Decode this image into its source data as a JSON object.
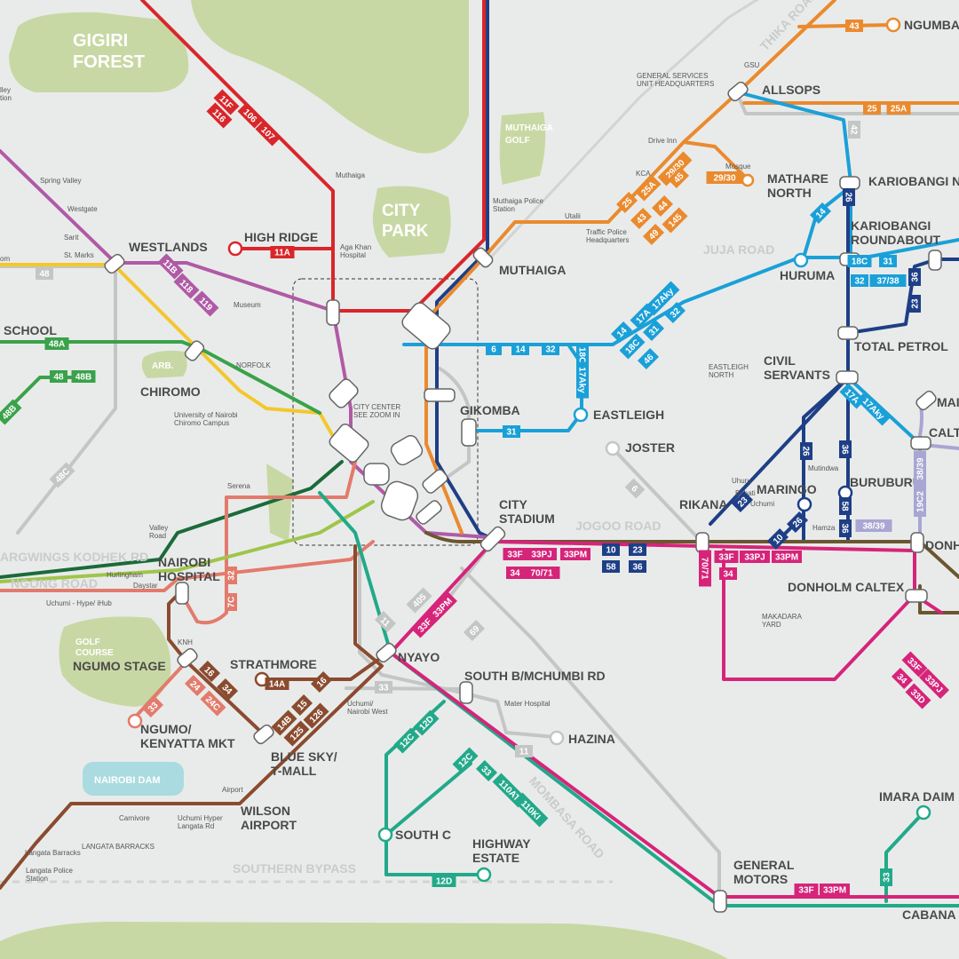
{
  "colors": {
    "background": "#e9ebea",
    "park": "#c8d8a4",
    "water": "#a9dbe0",
    "red": "#d9262b",
    "purple": "#b05aa6",
    "orange": "#ea8a2e",
    "lightblue": "#1aa0d8",
    "navy": "#1e3f86",
    "yellow": "#f2c82c",
    "green": "#3aa24a",
    "darkgreen": "#1b6b3a",
    "magenta": "#d6247a",
    "teal": "#22a98a",
    "brown": "#8a4b2f",
    "salmon": "#e27b6c",
    "grey": "#c4c6c5",
    "lavender": "#a9a6d3",
    "darkbrown": "#6b5630",
    "lime": "#9fc54a"
  },
  "parks": [
    {
      "id": "gigiri",
      "lines": [
        "GIGIRI",
        "FOREST"
      ]
    },
    {
      "id": "city-park",
      "lines": [
        "CITY",
        "PARK"
      ]
    },
    {
      "id": "muthaiga-golf",
      "lines": [
        "MUTHAIGA",
        "GOLF"
      ]
    },
    {
      "id": "arb",
      "lines": [
        "ARB."
      ]
    },
    {
      "id": "golf-course",
      "lines": [
        "GOLF",
        "COURSE"
      ]
    },
    {
      "id": "nairobi-dam",
      "lines": [
        "NAIROBI DAM"
      ]
    }
  ],
  "roads": [
    {
      "id": "thika-road",
      "text": "THIKA ROAD"
    },
    {
      "id": "juja-road",
      "text": "JUJA ROAD"
    },
    {
      "id": "jogoo-road",
      "text": "JOGOO ROAD"
    },
    {
      "id": "ngong-road",
      "text": "NGONG ROAD"
    },
    {
      "id": "argwings",
      "text": "ARGWINGS KODHEK RD"
    },
    {
      "id": "mombasa-road",
      "text": "MOMBASA ROAD"
    },
    {
      "id": "southern-bypass",
      "text": "SOUTHERN BYPASS"
    }
  ],
  "stations": [
    {
      "id": "ngumba",
      "lines": [
        "NGUMBA"
      ]
    },
    {
      "id": "allsops",
      "lines": [
        "ALLSOPS"
      ]
    },
    {
      "id": "kariobangi-n",
      "lines": [
        "KARIOBANGI N"
      ]
    },
    {
      "id": "mathare-north",
      "lines": [
        "MATHARE",
        "NORTH"
      ]
    },
    {
      "id": "kariobangi-rb",
      "lines": [
        "KARIOBANGI",
        "ROUNDABOUT"
      ]
    },
    {
      "id": "westlands",
      "lines": [
        "WESTLANDS"
      ]
    },
    {
      "id": "high-ridge",
      "lines": [
        "HIGH RIDGE"
      ]
    },
    {
      "id": "muthaiga",
      "lines": [
        "MUTHAIGA"
      ]
    },
    {
      "id": "huruma",
      "lines": [
        "HURUMA"
      ]
    },
    {
      "id": "school",
      "lines": [
        "SCHOOL"
      ]
    },
    {
      "id": "total-petrol",
      "lines": [
        "TOTAL PETROL"
      ]
    },
    {
      "id": "chiromo",
      "lines": [
        "CHIROMO"
      ]
    },
    {
      "id": "civil-servants",
      "lines": [
        "CIVIL",
        "SERVANTS"
      ]
    },
    {
      "id": "mai",
      "lines": [
        "MAI"
      ]
    },
    {
      "id": "gikomba",
      "lines": [
        "GIKOMBA"
      ]
    },
    {
      "id": "eastleigh",
      "lines": [
        "EASTLEIGH"
      ]
    },
    {
      "id": "calt",
      "lines": [
        "CALT"
      ]
    },
    {
      "id": "joster",
      "lines": [
        "JOSTER"
      ]
    },
    {
      "id": "maringo",
      "lines": [
        "MARINGO"
      ]
    },
    {
      "id": "buruburu",
      "lines": [
        "BURUBURU"
      ]
    },
    {
      "id": "city-stadium",
      "lines": [
        "CITY",
        "STADIUM"
      ]
    },
    {
      "id": "rikana",
      "lines": [
        "RIKANA"
      ]
    },
    {
      "id": "donh",
      "lines": [
        "DONH"
      ]
    },
    {
      "id": "nairobi-hospital",
      "lines": [
        "NAIROBI",
        "HOSPITAL"
      ]
    },
    {
      "id": "donholm-caltex",
      "lines": [
        "DONHOLM CALTEX"
      ]
    },
    {
      "id": "ngumo-stage",
      "lines": [
        "NGUMO STAGE"
      ]
    },
    {
      "id": "strathmore",
      "lines": [
        "STRATHMORE"
      ]
    },
    {
      "id": "nyayo",
      "lines": [
        "NYAYO"
      ]
    },
    {
      "id": "south-b",
      "lines": [
        "SOUTH B/MCHUMBI RD"
      ]
    },
    {
      "id": "ngumo-kenyatta",
      "lines": [
        "NGUMO/",
        "KENYATTA MKT"
      ]
    },
    {
      "id": "hazina",
      "lines": [
        "HAZINA"
      ]
    },
    {
      "id": "blue-sky",
      "lines": [
        "BLUE SKY/",
        "T-MALL"
      ]
    },
    {
      "id": "wilson",
      "lines": [
        "WILSON",
        "AIRPORT"
      ]
    },
    {
      "id": "imara-daim",
      "lines": [
        "IMARA DAIM"
      ]
    },
    {
      "id": "south-c",
      "lines": [
        "SOUTH C"
      ]
    },
    {
      "id": "highway-estate",
      "lines": [
        "HIGHWAY",
        "ESTATE"
      ]
    },
    {
      "id": "general-motors",
      "lines": [
        "GENERAL",
        "MOTORS"
      ]
    },
    {
      "id": "cabana",
      "lines": [
        "CABANA"
      ]
    }
  ],
  "minor_labels": [
    {
      "id": "gsu",
      "lines": [
        "GSU"
      ]
    },
    {
      "id": "gsu-hq",
      "lines": [
        "GENERAL SERVICES",
        "UNIT HEADQUARTERS"
      ]
    },
    {
      "id": "drive-inn",
      "lines": [
        "Drive Inn"
      ]
    },
    {
      "id": "kca",
      "lines": [
        "KCA"
      ]
    },
    {
      "id": "mosque",
      "lines": [
        "Mosque"
      ]
    },
    {
      "id": "utalii",
      "lines": [
        "Utalii"
      ]
    },
    {
      "id": "traffic-police",
      "lines": [
        "Traffic Police",
        "Headquarters"
      ]
    },
    {
      "id": "muthaiga-police",
      "lines": [
        "Muthaiga Police",
        "Station"
      ]
    },
    {
      "id": "muthaiga-sm",
      "lines": [
        "Muthaiga"
      ]
    },
    {
      "id": "aga-khan",
      "lines": [
        "Aga Khan",
        "Hospital"
      ]
    },
    {
      "id": "spring-valley",
      "lines": [
        "Spring Valley"
      ]
    },
    {
      "id": "westgate",
      "lines": [
        "Westgate"
      ]
    },
    {
      "id": "sarit",
      "lines": [
        "Sarit"
      ]
    },
    {
      "id": "st-marks",
      "lines": [
        "St. Marks"
      ]
    },
    {
      "id": "museum",
      "lines": [
        "Museum"
      ]
    },
    {
      "id": "norfolk",
      "lines": [
        "NORFOLK"
      ]
    },
    {
      "id": "uon",
      "lines": [
        "University of Nairobi",
        "Chiromo Campus"
      ]
    },
    {
      "id": "city-center",
      "lines": [
        "CITY CENTER",
        "SEE ZOOM IN"
      ]
    },
    {
      "id": "eastleigh-north",
      "lines": [
        "EASTLEIGH",
        "NORTH"
      ]
    },
    {
      "id": "serena",
      "lines": [
        "Serena"
      ]
    },
    {
      "id": "valley-road",
      "lines": [
        "Valley",
        "Road"
      ]
    },
    {
      "id": "hurlingham",
      "lines": [
        "Hurlingham"
      ]
    },
    {
      "id": "daystar",
      "lines": [
        "Daystar"
      ]
    },
    {
      "id": "uchumi-hype",
      "lines": [
        "Uchumi - Hype/ iHub"
      ]
    },
    {
      "id": "knh",
      "lines": [
        "KNH"
      ]
    },
    {
      "id": "uhuru",
      "lines": [
        "Uhuru"
      ]
    },
    {
      "id": "bahati",
      "lines": [
        "Bahati"
      ]
    },
    {
      "id": "uchumi-e",
      "lines": [
        "Uchumi"
      ]
    },
    {
      "id": "hamza",
      "lines": [
        "Hamza"
      ]
    },
    {
      "id": "mutindwa",
      "lines": [
        "Mutindwa"
      ]
    },
    {
      "id": "makadara",
      "lines": [
        "MAKADARA",
        "YARD"
      ]
    },
    {
      "id": "uchumi-nw",
      "lines": [
        "Uchumi/",
        "Nairobi West"
      ]
    },
    {
      "id": "mater",
      "lines": [
        "Mater Hospital"
      ]
    },
    {
      "id": "airport",
      "lines": [
        "Airport"
      ]
    },
    {
      "id": "carnivore",
      "lines": [
        "Carnivore"
      ]
    },
    {
      "id": "uchumi-hyper",
      "lines": [
        "Uchumi Hyper",
        "Langata Rd"
      ]
    },
    {
      "id": "langata-barracks-area",
      "lines": [
        "LANGATA BARRACKS"
      ]
    },
    {
      "id": "langata-barracks",
      "lines": [
        "Langata Barracks"
      ]
    },
    {
      "id": "langata-police",
      "lines": [
        "Langata Police",
        "Station"
      ]
    },
    {
      "id": "lley",
      "lines": [
        "lley",
        "tion"
      ]
    },
    {
      "id": "om",
      "lines": [
        "om"
      ]
    }
  ],
  "badges": [
    {
      "id": "b43",
      "text": "43",
      "color": "#ea8a2e"
    },
    {
      "id": "b25",
      "text": "25",
      "color": "#ea8a2e"
    },
    {
      "id": "b25a",
      "text": "25A",
      "color": "#ea8a2e"
    },
    {
      "id": "b42",
      "text": "42",
      "color": "#c4c6c5"
    },
    {
      "id": "b2930a",
      "text": "29/30",
      "color": "#ea8a2e"
    },
    {
      "id": "b2930b",
      "text": "29/30",
      "color": "#ea8a2e"
    },
    {
      "id": "bo25",
      "text": "25",
      "color": "#ea8a2e"
    },
    {
      "id": "bo25a",
      "text": "25A",
      "color": "#ea8a2e"
    },
    {
      "id": "bo45",
      "text": "45",
      "color": "#ea8a2e"
    },
    {
      "id": "bo43",
      "text": "43",
      "color": "#ea8a2e"
    },
    {
      "id": "bo44",
      "text": "44",
      "color": "#ea8a2e"
    },
    {
      "id": "bo49",
      "text": "49",
      "color": "#ea8a2e"
    },
    {
      "id": "bo145",
      "text": "145",
      "color": "#ea8a2e"
    },
    {
      "id": "b11f",
      "text": "11F",
      "color": "#d9262b"
    },
    {
      "id": "b116",
      "text": "116",
      "color": "#d9262b"
    },
    {
      "id": "b106",
      "text": "106",
      "color": "#d9262b"
    },
    {
      "id": "b107",
      "text": "107",
      "color": "#d9262b"
    },
    {
      "id": "b11a",
      "text": "11A",
      "color": "#d9262b"
    },
    {
      "id": "b11b",
      "text": "11B",
      "color": "#b05aa6"
    },
    {
      "id": "b118",
      "text": "118",
      "color": "#b05aa6"
    },
    {
      "id": "b119",
      "text": "119",
      "color": "#b05aa6"
    },
    {
      "id": "b48",
      "text": "48",
      "color": "#c4c6c5"
    },
    {
      "id": "b48a",
      "text": "48A",
      "color": "#3aa24a"
    },
    {
      "id": "bg48",
      "text": "48",
      "color": "#3aa24a"
    },
    {
      "id": "b48b",
      "text": "48B",
      "color": "#3aa24a"
    },
    {
      "id": "bv48b",
      "text": "48B",
      "color": "#3aa24a"
    },
    {
      "id": "b48c",
      "text": "48C",
      "color": "#c4c6c5"
    },
    {
      "id": "bl14",
      "text": "14",
      "color": "#1aa0d8"
    },
    {
      "id": "bn26",
      "text": "26",
      "color": "#1e3f86"
    },
    {
      "id": "bl18c",
      "text": "18C",
      "color": "#1aa0d8"
    },
    {
      "id": "bl31",
      "text": "31",
      "color": "#1aa0d8"
    },
    {
      "id": "bl32",
      "text": "32",
      "color": "#1aa0d8"
    },
    {
      "id": "bl3738",
      "text": "37/38",
      "color": "#1aa0d8"
    },
    {
      "id": "bn36",
      "text": "36",
      "color": "#1e3f86"
    },
    {
      "id": "bn23",
      "text": "23",
      "color": "#1e3f86"
    },
    {
      "id": "bc6",
      "text": "6",
      "color": "#1aa0d8"
    },
    {
      "id": "bc14",
      "text": "14",
      "color": "#1aa0d8"
    },
    {
      "id": "bc32",
      "text": "32",
      "color": "#1aa0d8"
    },
    {
      "id": "bc18c",
      "text": "18C",
      "color": "#1aa0d8"
    },
    {
      "id": "bc17aky",
      "text": "17Aky",
      "color": "#1aa0d8"
    },
    {
      "id": "bc31",
      "text": "31",
      "color": "#1aa0d8"
    },
    {
      "id": "bd14",
      "text": "14",
      "color": "#1aa0d8"
    },
    {
      "id": "bd17a",
      "text": "17A",
      "color": "#1aa0d8"
    },
    {
      "id": "bd17aky",
      "text": "17Aky",
      "color": "#1aa0d8"
    },
    {
      "id": "bd18c",
      "text": "18C",
      "color": "#1aa0d8"
    },
    {
      "id": "bd31",
      "text": "31",
      "color": "#1aa0d8"
    },
    {
      "id": "bd32",
      "text": "32",
      "color": "#1aa0d8"
    },
    {
      "id": "bd46",
      "text": "46",
      "color": "#1aa0d8"
    },
    {
      "id": "bcs17a",
      "text": "17A",
      "color": "#1aa0d8"
    },
    {
      "id": "bcs17aky",
      "text": "17Aky",
      "color": "#1aa0d8"
    },
    {
      "id": "bj6",
      "text": "6",
      "color": "#c4c6c5"
    },
    {
      "id": "bm23",
      "text": "23",
      "color": "#1e3f86"
    },
    {
      "id": "bm26",
      "text": "26",
      "color": "#1e3f86"
    },
    {
      "id": "bm10",
      "text": "10",
      "color": "#1e3f86"
    },
    {
      "id": "bm26b",
      "text": "26",
      "color": "#1e3f86"
    },
    {
      "id": "bb36",
      "text": "36",
      "color": "#1e3f86"
    },
    {
      "id": "bb58",
      "text": "58",
      "color": "#1e3f86"
    },
    {
      "id": "bb36b",
      "text": "36",
      "color": "#1e3f86"
    },
    {
      "id": "b3839",
      "text": "38/39",
      "color": "#a9a6d3"
    },
    {
      "id": "b19c2",
      "text": "19C2",
      "color": "#a9a6d3"
    },
    {
      "id": "b3839v",
      "text": "38/39",
      "color": "#a9a6d3"
    },
    {
      "id": "bs33f",
      "text": "33F",
      "color": "#d6247a"
    },
    {
      "id": "bs33pj",
      "text": "33PJ",
      "color": "#d6247a"
    },
    {
      "id": "bs33pm",
      "text": "33PM",
      "color": "#d6247a"
    },
    {
      "id": "bs34",
      "text": "34",
      "color": "#d6247a"
    },
    {
      "id": "bs7071",
      "text": "70/71",
      "color": "#d6247a"
    },
    {
      "id": "bs10",
      "text": "10",
      "color": "#1e3f86"
    },
    {
      "id": "bs23",
      "text": "23",
      "color": "#1e3f86"
    },
    {
      "id": "bs58",
      "text": "58",
      "color": "#1e3f86"
    },
    {
      "id": "bs36",
      "text": "36",
      "color": "#1e3f86"
    },
    {
      "id": "bv7071",
      "text": "70/71",
      "color": "#d6247a"
    },
    {
      "id": "br33f",
      "text": "33F",
      "color": "#d6247a"
    },
    {
      "id": "br33pj",
      "text": "33PJ",
      "color": "#d6247a"
    },
    {
      "id": "br33pm",
      "text": "33PM",
      "color": "#d6247a"
    },
    {
      "id": "br34",
      "text": "34",
      "color": "#d6247a"
    },
    {
      "id": "bq33f",
      "text": "33F",
      "color": "#d6247a"
    },
    {
      "id": "bq33pj",
      "text": "33PJ",
      "color": "#d6247a"
    },
    {
      "id": "bq34",
      "text": "34",
      "color": "#d6247a"
    },
    {
      "id": "bq33d",
      "text": "33D",
      "color": "#d6247a"
    },
    {
      "id": "bh7c",
      "text": "7C",
      "color": "#e27b6c"
    },
    {
      "id": "bh32",
      "text": "32",
      "color": "#e27b6c"
    },
    {
      "id": "bk16",
      "text": "16",
      "color": "#8a4b2f"
    },
    {
      "id": "bk34",
      "text": "34",
      "color": "#8a4b2f"
    },
    {
      "id": "bk24",
      "text": "24",
      "color": "#e27b6c"
    },
    {
      "id": "bk24c",
      "text": "24C",
      "color": "#e27b6c"
    },
    {
      "id": "bn33",
      "text": "33",
      "color": "#e27b6c"
    },
    {
      "id": "bt14a",
      "text": "14A",
      "color": "#8a4b2f"
    },
    {
      "id": "bt16",
      "text": "16",
      "color": "#8a4b2f"
    },
    {
      "id": "bt14b",
      "text": "14B",
      "color": "#8a4b2f"
    },
    {
      "id": "bt15",
      "text": "15",
      "color": "#8a4b2f"
    },
    {
      "id": "bt125",
      "text": "125",
      "color": "#8a4b2f"
    },
    {
      "id": "bt126",
      "text": "126",
      "color": "#8a4b2f"
    },
    {
      "id": "by33f",
      "text": "33F",
      "color": "#d6247a"
    },
    {
      "id": "by33pm",
      "text": "33PM",
      "color": "#d6247a"
    },
    {
      "id": "by405",
      "text": "405",
      "color": "#c4c6c5"
    },
    {
      "id": "by11",
      "text": "11",
      "color": "#c4c6c5"
    },
    {
      "id": "by69",
      "text": "69",
      "color": "#c4c6c5"
    },
    {
      "id": "bsb33",
      "text": "33",
      "color": "#c4c6c5"
    },
    {
      "id": "bhz11",
      "text": "11",
      "color": "#c4c6c5"
    },
    {
      "id": "bsc12c",
      "text": "12C",
      "color": "#22a98a"
    },
    {
      "id": "bsc12d",
      "text": "12D",
      "color": "#22a98a"
    },
    {
      "id": "bsc12c2",
      "text": "12C",
      "color": "#22a98a"
    },
    {
      "id": "bsc33",
      "text": "33",
      "color": "#22a98a"
    },
    {
      "id": "bsc110at",
      "text": "110AT",
      "color": "#22a98a"
    },
    {
      "id": "bsc110ki",
      "text": "110KI",
      "color": "#22a98a"
    },
    {
      "id": "bhw12d",
      "text": "12D",
      "color": "#22a98a"
    },
    {
      "id": "bgm33f",
      "text": "33F",
      "color": "#d6247a"
    },
    {
      "id": "bgm33pm",
      "text": "33PM",
      "color": "#d6247a"
    },
    {
      "id": "bim33",
      "text": "33",
      "color": "#22a98a"
    }
  ]
}
